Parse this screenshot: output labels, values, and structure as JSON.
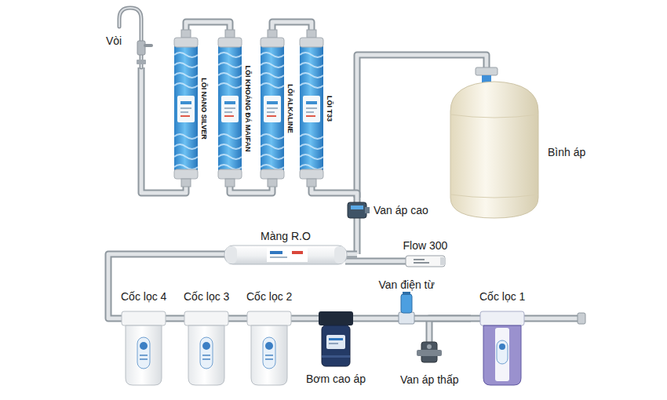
{
  "diagram": {
    "nodes": [
      {
        "text": [
          "Vòi"
        ]
      },
      {
        "text": [
          "LÕI NANO SILVER"
        ]
      },
      {
        "text": [
          "LÕI KHOÁNG ĐÁ MAIFAN"
        ]
      },
      {
        "text": [
          "LÕI ALKALINE"
        ]
      },
      {
        "text": [
          "LÕI T33"
        ]
      },
      {
        "text": [
          "Bình áp"
        ]
      },
      {
        "text": [
          "Van áp cao"
        ]
      },
      {
        "text": [
          "Màng R.O"
        ]
      },
      {
        "text": [
          "Flow 300"
        ]
      },
      {
        "text": [
          "Cốc lọc 4"
        ]
      },
      {
        "text": [
          "Cốc lọc 3"
        ]
      },
      {
        "text": [
          "Cốc lọc 2"
        ]
      },
      {
        "text": [
          "Van điện từ"
        ]
      },
      {
        "text": [
          "Cốc lọc 1"
        ]
      },
      {
        "text": [
          "Bơm cao áp"
        ]
      },
      {
        "text": [
          "Van áp thấp"
        ]
      }
    ],
    "edges": [
      {
        "from": 13,
        "to": 12,
        "arrow": "none"
      },
      {
        "from": 13,
        "to": 15,
        "arrow": "none"
      },
      {
        "from": 12,
        "to": 14,
        "arrow": "none"
      },
      {
        "from": 14,
        "to": 11,
        "arrow": "none"
      },
      {
        "from": 11,
        "to": 10,
        "arrow": "none"
      },
      {
        "from": 10,
        "to": 9,
        "arrow": "none"
      },
      {
        "from": 9,
        "to": 7,
        "arrow": "none"
      },
      {
        "from": 7,
        "to": 6,
        "arrow": "none"
      },
      {
        "from": 7,
        "to": 8,
        "arrow": "none"
      },
      {
        "from": 6,
        "to": 5,
        "arrow": "none"
      },
      {
        "from": 6,
        "to": 4,
        "arrow": "none"
      },
      {
        "from": 4,
        "to": 3,
        "arrow": "none"
      },
      {
        "from": 3,
        "to": 2,
        "arrow": "none"
      },
      {
        "from": 2,
        "to": 1,
        "arrow": "none"
      },
      {
        "from": 1,
        "to": 0,
        "arrow": "none"
      }
    ]
  }
}
